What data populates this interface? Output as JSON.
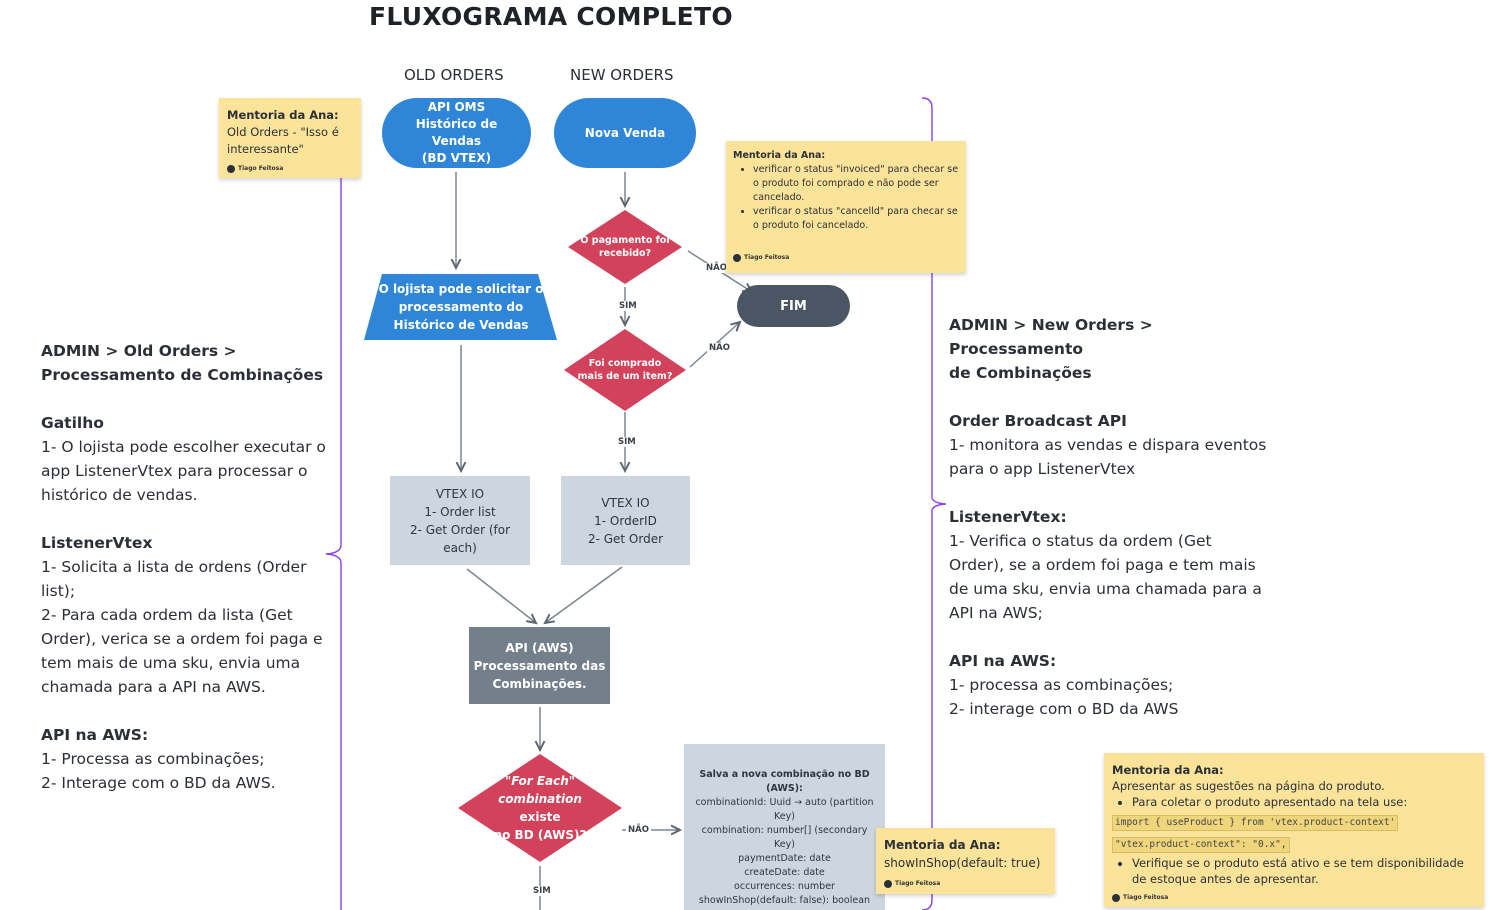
{
  "title": "FLUXOGRAMA COMPLETO",
  "columns": {
    "old": "OLD ORDERS",
    "new": "NEW ORDERS"
  },
  "nodes": {
    "api_oms": [
      "API OMS",
      "Histórico de Vendas",
      "(BD VTEX)"
    ],
    "nova_venda": "Nova Venda",
    "lojista": [
      "O lojista pode solicitar o",
      "processamento do",
      "Histórico de Vendas"
    ],
    "pagamento": [
      "O pagamento foi",
      "recebido?"
    ],
    "fim": "FIM",
    "comprado": [
      "Foi comprado",
      "mais de um item?"
    ],
    "vtex_old": [
      "VTEX IO",
      "1- Order list",
      "2- Get Order (for",
      "each)"
    ],
    "vtex_new": [
      "VTEX IO",
      "1- OrderID",
      "2- Get Order"
    ],
    "api_aws": [
      "API (AWS)",
      "Processamento das",
      "Combinações."
    ],
    "for_each": {
      "l1": "\"For Each\"",
      "l2a": "combination",
      "l2b": " existe",
      "l3": "no BD (AWS)?"
    },
    "salva": {
      "head": "Salva a nova combinação no BD (AWS):",
      "lines": [
        "combinationId: Uuid → auto (partition",
        "Key)",
        "combination: number[] (secondary Key)",
        "paymentDate: date",
        "createDate: date",
        "occurrences: number",
        "showInShop(default: false): boolean"
      ]
    }
  },
  "edge_labels": {
    "nao1": "NÃO",
    "sim1": "SIM",
    "nao2": "NÃO",
    "sim2": "SIM",
    "nao3": "NÃO",
    "sim3": "SIM"
  },
  "stickies": {
    "s1": {
      "head": "Mentoria da Ana:",
      "body": "Old Orders - \"Isso é interessante\"",
      "author": "Tiago Feitosa"
    },
    "s2": {
      "head": "Mentoria da Ana:",
      "items": [
        "verificar o status \"invoiced\" para checar se o produto foi comprado e não pode ser cancelado.",
        "verificar o status \"cancelld\" para checar se o produto foi cancelado."
      ],
      "author": "Tiago Feitosa"
    },
    "s3": {
      "head": "Mentoria da Ana:",
      "body": "showInShop(default: true)",
      "author": "Tiago Feitosa"
    },
    "s4": {
      "head": "Mentoria da Ana:",
      "intro": "Apresentar as sugestões na página do produto.",
      "item1": "Para coletar o produto apresentado na tela use:",
      "code1": "import { useProduct } from 'vtex.product-context'",
      "code2": "\"vtex.product-context\": \"0.x\",",
      "item2": "Verifique se o produto está ativo e se tem disponibilidade de estoque antes de apresentar.",
      "author": "Tiago Feitosa"
    }
  },
  "left_notes": {
    "h1a": "ADMIN > Old Orders >",
    "h1b": "Processamento de Combinações",
    "h2": "Gatilho",
    "t2": [
      "1- O lojista pode escolher executar o",
      "app ListenerVtex para processar o",
      "histórico de vendas."
    ],
    "h3": "ListenerVtex",
    "t3": [
      "1- Solicita a lista de ordens (Order",
      "list);",
      "2- Para cada ordem da lista (Get",
      "Order), verica se a ordem foi paga e",
      "tem mais de uma sku, envia uma",
      "chamada para a API na AWS."
    ],
    "h4": "API na AWS:",
    "t4": [
      "1- Processa as combinações;",
      "2- Interage com o BD da AWS."
    ]
  },
  "right_notes": {
    "h1a": "ADMIN > New Orders > Processamento",
    "h1b": "de Combinações",
    "h2": "Order Broadcast API",
    "t2": [
      "1- monitora as vendas e dispara eventos",
      "para o app ListenerVtex"
    ],
    "h3": "ListenerVtex:",
    "t3": [
      "1- Verifica o status da ordem (Get",
      "Order), se a ordem foi paga e tem mais",
      "de uma sku, envia uma chamada para a",
      "API na AWS;"
    ],
    "h4": "API na AWS:",
    "t4": [
      "1- processa as combinações;",
      "2- interage com o BD da AWS"
    ]
  },
  "colors": {
    "blue": "#2f86d8",
    "red": "#d2435b",
    "dark": "#4a5663",
    "grey_box": "#cdd6de",
    "dark_box": "#737f8a",
    "sticky": "#fbe49a",
    "brace": "#8a3ff0"
  }
}
